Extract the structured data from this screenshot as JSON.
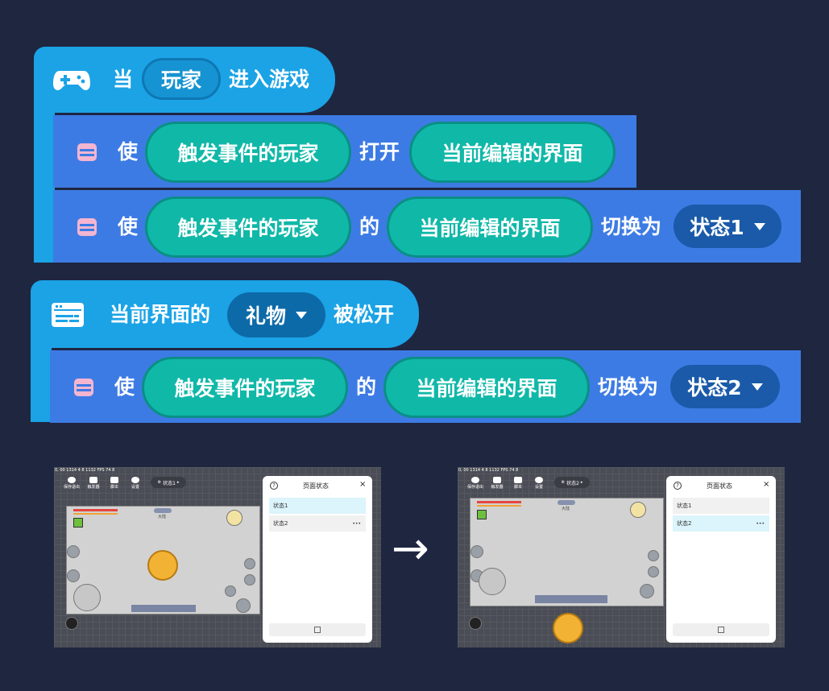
{
  "block1": {
    "hat": {
      "when": "当",
      "player": "玩家",
      "enter": "进入游戏"
    },
    "cmd1": {
      "make": "使",
      "trigger_player": "触发事件的玩家",
      "open": "打开",
      "current_ui": "当前编辑的界面"
    },
    "cmd2": {
      "make": "使",
      "trigger_player": "触发事件的玩家",
      "of": "的",
      "current_ui": "当前编辑的界面",
      "switch_to": "切换为",
      "state": "状态1"
    }
  },
  "block2": {
    "hat": {
      "prefix": "当前界面的",
      "element": "礼物",
      "released": "被松开"
    },
    "cmd1": {
      "make": "使",
      "trigger_player": "触发事件的玩家",
      "of": "的",
      "current_ui": "当前编辑的界面",
      "switch_to": "切换为",
      "state": "状态2"
    }
  },
  "screens": [
    {
      "topbar": "0, 00 1314 4 8 1132 FPS 74 8",
      "toolbar": {
        "save_exit": "保存退出",
        "trigger": "触发器",
        "script": "脚本",
        "settings": "设置",
        "state": "状态1"
      },
      "game_label": "大陆",
      "panel": {
        "title": "页面状态",
        "close": "×",
        "help": "?",
        "items": [
          "状态1",
          "状态2"
        ],
        "more": "•••"
      },
      "selected": 0
    },
    {
      "topbar": "0, 00 1314 4 8 1132 FPS 74 8",
      "toolbar": {
        "save_exit": "保存退出",
        "trigger": "触发器",
        "script": "脚本",
        "settings": "设置",
        "state": "状态2"
      },
      "game_label": "大陆",
      "panel": {
        "title": "页面状态",
        "close": "×",
        "help": "?",
        "items": [
          "状态1",
          "状态2"
        ],
        "more": "•••"
      },
      "selected": 1
    }
  ],
  "arrow": "→",
  "colors": {
    "background": "#1f2640",
    "event_block": "#1ba3e6",
    "action_block": "#3d7be4",
    "teal_pill": "#10b8a8",
    "dropdown": "#1a5aa9"
  }
}
